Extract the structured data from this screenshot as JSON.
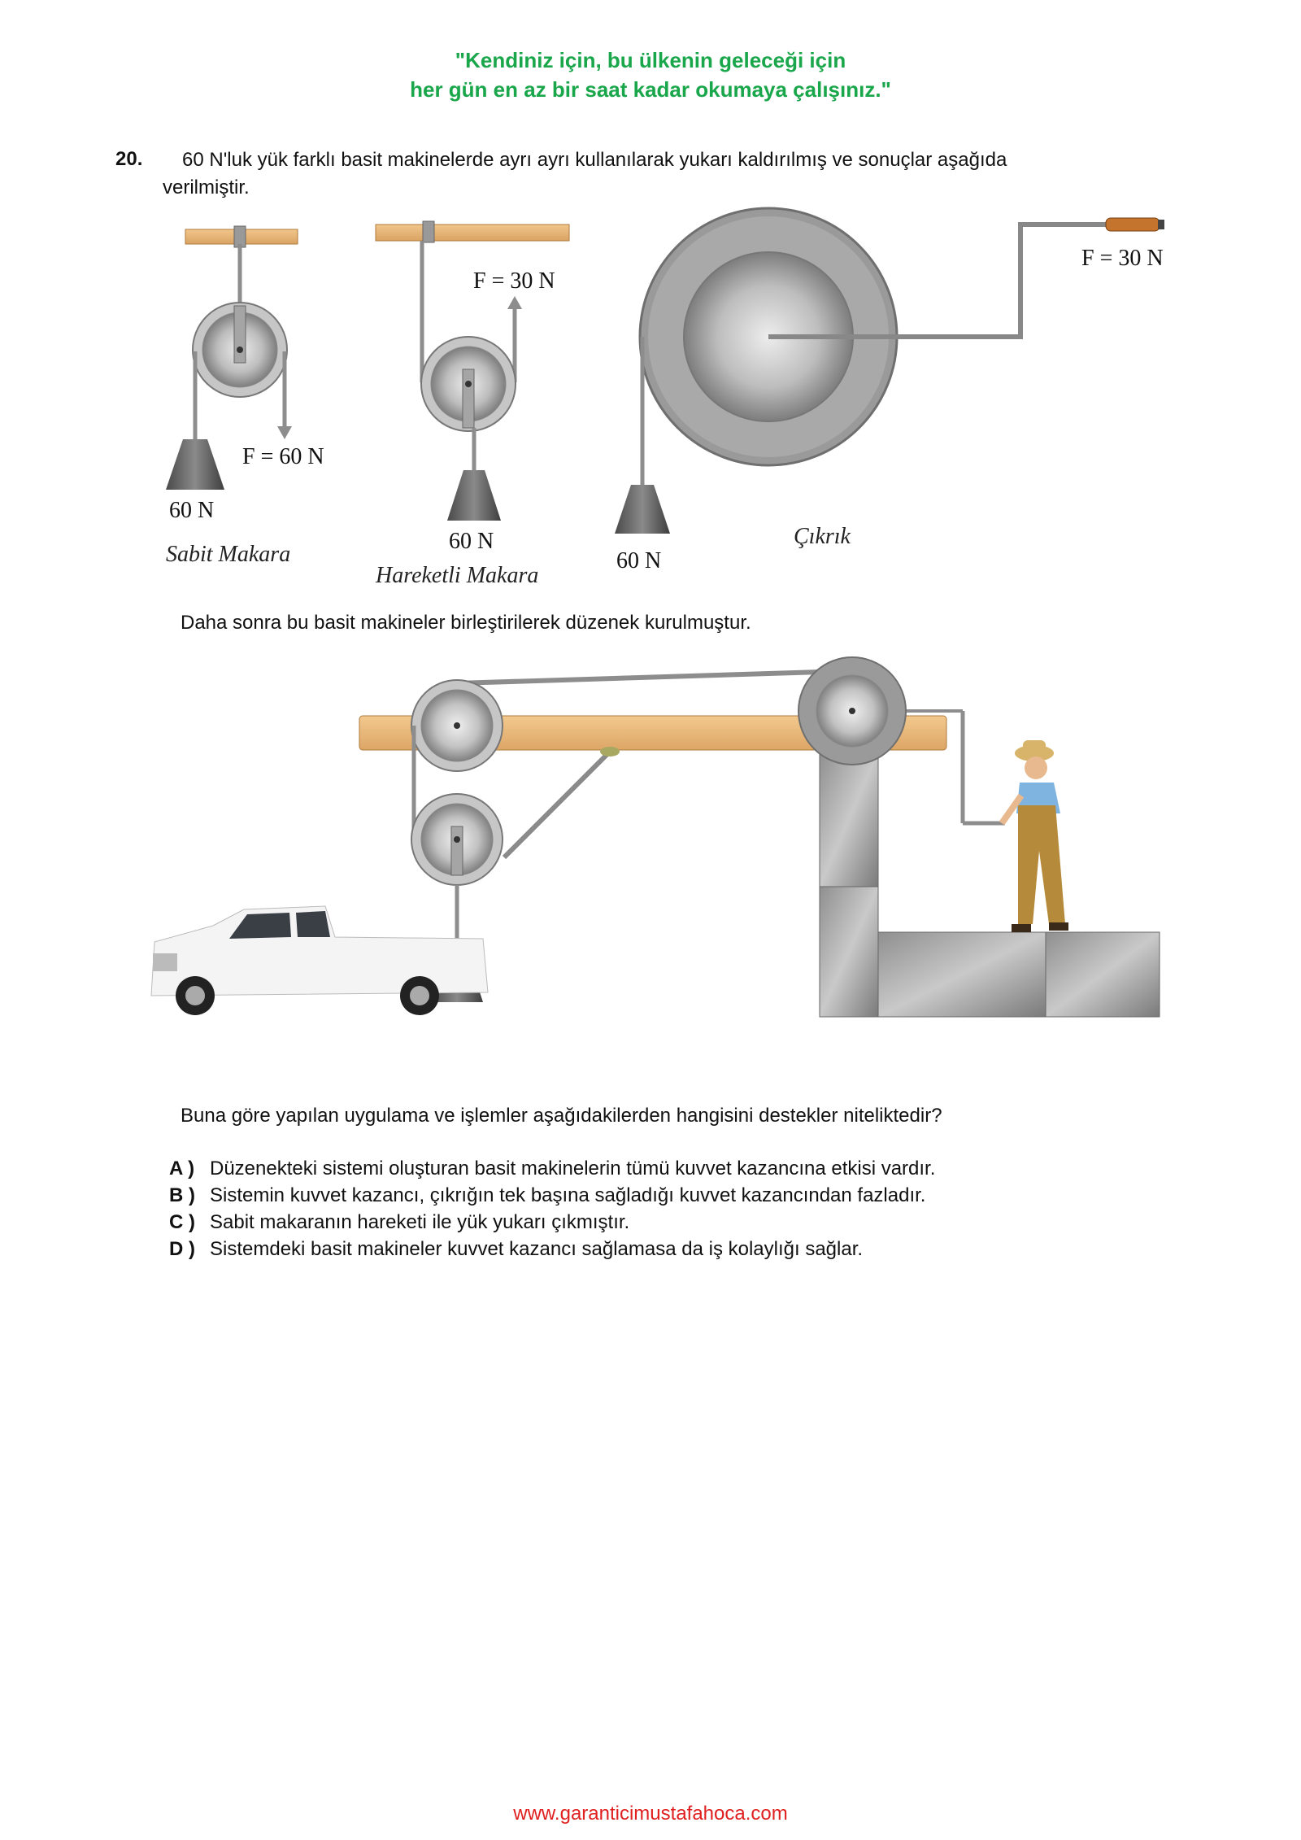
{
  "header": {
    "motto_line1": "\"Kendiniz için, bu ülkenin geleceği için",
    "motto_line2": "her gün en az bir saat kadar okumaya çalışınız.\""
  },
  "question": {
    "number": "20.",
    "stem_line1": "60 N'luk yük farklı basit makinelerde ayrı ayrı kullanılarak yukarı kaldırılmış ve sonuçlar aşağıda",
    "stem_line2": "verilmiştir.",
    "middle_text": "Daha sonra bu basit makineler birleştirilerek düzenek kurulmuştur.",
    "ask": "Buna göre yapılan uygulama ve işlemler aşağıdakilerden hangisini destekler niteliktedir?",
    "options": [
      {
        "key": "A )",
        "text": "Düzenekteki sistemi oluşturan basit makinelerin tümü kuvvet kazancına etkisi vardır."
      },
      {
        "key": "B )",
        "text": "Sistemin kuvvet kazancı, çıkrığın tek başına sağladığı kuvvet kazancından fazladır."
      },
      {
        "key": "C )",
        "text": "Sabit makaranın hareketi ile yük yukarı çıkmıştır."
      },
      {
        "key": "D )",
        "text": "Sistemdeki basit makineler kuvvet kazancı sağlamasa da iş kolaylığı sağlar."
      }
    ]
  },
  "figure1": {
    "fixed_pulley": {
      "force": "F = 60 N",
      "load": "60 N",
      "caption": "Sabit Makara"
    },
    "movable_pulley": {
      "force": "F = 30 N",
      "load": "60 N",
      "caption": "Hareketli Makara"
    },
    "winch": {
      "force": "F = 30 N",
      "load": "60 N",
      "caption": "Çıkrık"
    }
  },
  "colors": {
    "motto": "#1aa64a",
    "footer": "#e02020",
    "wood": "#e9b878",
    "steel": "#9a9a9a"
  },
  "footer": {
    "url": "www.garanticimustafahoca.com"
  }
}
